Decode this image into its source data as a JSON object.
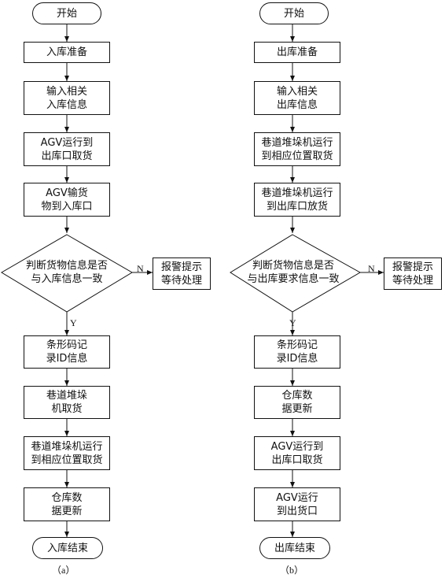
{
  "flow_a": {
    "start": "开始",
    "steps": [
      "入库准备",
      "输入相关\n入库信息",
      "AGV运行到\n出库口取货",
      "AGV输货\n物到入库口"
    ],
    "decision": "判断货物信息是否\n与入库信息一致",
    "no_branch": "报警提示\n等待处理",
    "no_label": "N",
    "yes_label": "Y",
    "after": [
      "条形码记\n录ID信息",
      "巷道堆垛\n机取货",
      "巷道堆垛机运行\n到相应位置取货",
      "仓库数\n据更新"
    ],
    "end": "入库结束",
    "caption": "（a）"
  },
  "flow_b": {
    "start": "开始",
    "steps": [
      "出库准备",
      "输入相关\n出库信息",
      "巷道堆垛机运行\n到相应位置取货",
      "巷道堆垛机运行\n到出库口放货"
    ],
    "decision": "判断货物信息是否\n与出库要求信息一致",
    "no_branch": "报警提示\n等待处理",
    "no_label": "N",
    "yes_label": "Y",
    "after": [
      "条形码记\n录ID信息",
      "仓库数\n据更新",
      "AGV运行到\n出库口取货",
      "AGV运行\n到出货口"
    ],
    "end": "出库结束",
    "caption": "（b）"
  }
}
